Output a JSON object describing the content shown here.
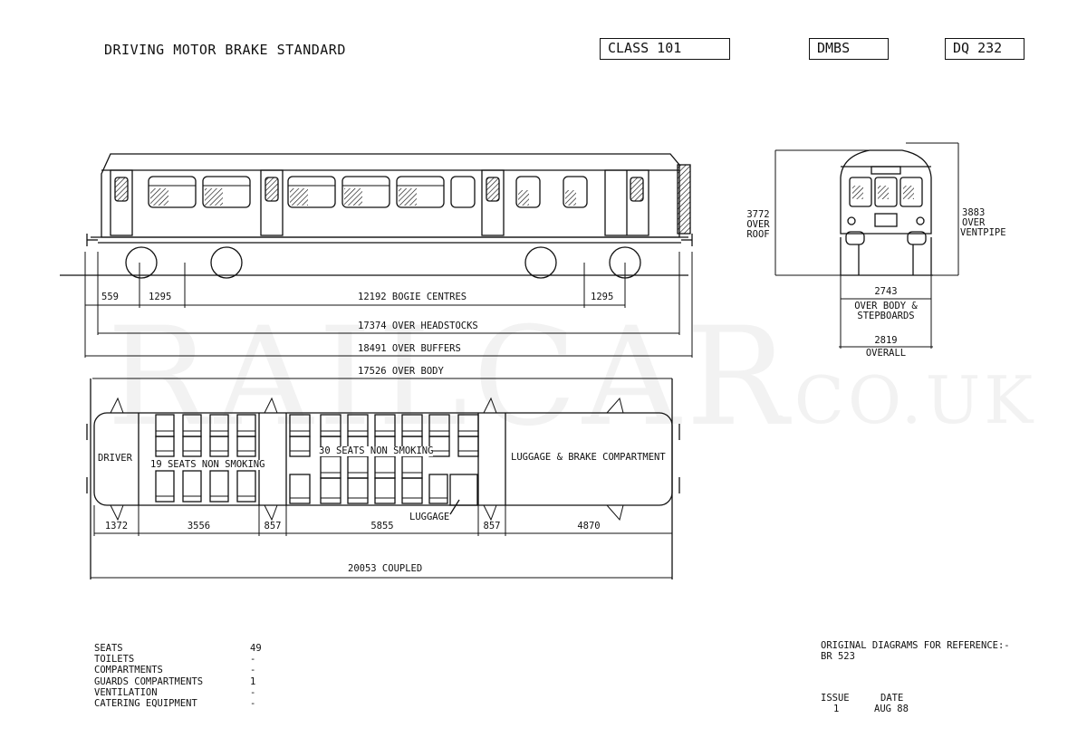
{
  "header": {
    "title": "DRIVING MOTOR BRAKE STANDARD",
    "class_label": "CLASS 101",
    "type_code": "DMBS",
    "diagram_code": "DQ 232"
  },
  "watermark": {
    "main": "RAILCAR",
    "suffix": ".CO.UK"
  },
  "side_elevation": {
    "dim_559": "559",
    "dim_1295_left": "1295",
    "dim_bogie": "12192 BOGIE CENTRES",
    "dim_1295_right": "1295",
    "dim_headstocks": "17374 OVER HEADSTOCKS",
    "dim_buffers": "18491 OVER BUFFERS",
    "dim_body": "17526 OVER BODY",
    "height_roof": [
      "3772",
      "OVER",
      "ROOF"
    ]
  },
  "end_elevation": {
    "height_vent": [
      "3883",
      "OVER",
      "VENTPIPE"
    ],
    "width_body": "2743",
    "width_body_label": [
      "OVER BODY &",
      "STEPBOARDS"
    ],
    "width_overall": "2819",
    "width_overall_label": "OVERALL"
  },
  "plan": {
    "driver": "DRIVER",
    "seats_19": "19 SEATS NON SMOKING",
    "seats_30": "30 SEATS NON SMOKING",
    "luggage_brake": "LUGGAGE & BRAKE COMPARTMENT",
    "luggage": "LUGGAGE",
    "dims": [
      "1372",
      "3556",
      "857",
      "5855",
      "857",
      "4870"
    ],
    "coupled": "20053 COUPLED"
  },
  "stats": {
    "labels": [
      "SEATS",
      "TOILETS",
      "COMPARTMENTS",
      "GUARDS COMPARTMENTS",
      "VENTILATION",
      "CATERING EQUIPMENT"
    ],
    "values": [
      "49",
      "-",
      "-",
      "1",
      "-",
      "-"
    ]
  },
  "reference": {
    "title": "ORIGINAL DIAGRAMS FOR REFERENCE:-",
    "ref": "BR 523",
    "issue_label": "ISSUE",
    "date_label": "DATE",
    "issue": "1",
    "date": "AUG 88"
  }
}
